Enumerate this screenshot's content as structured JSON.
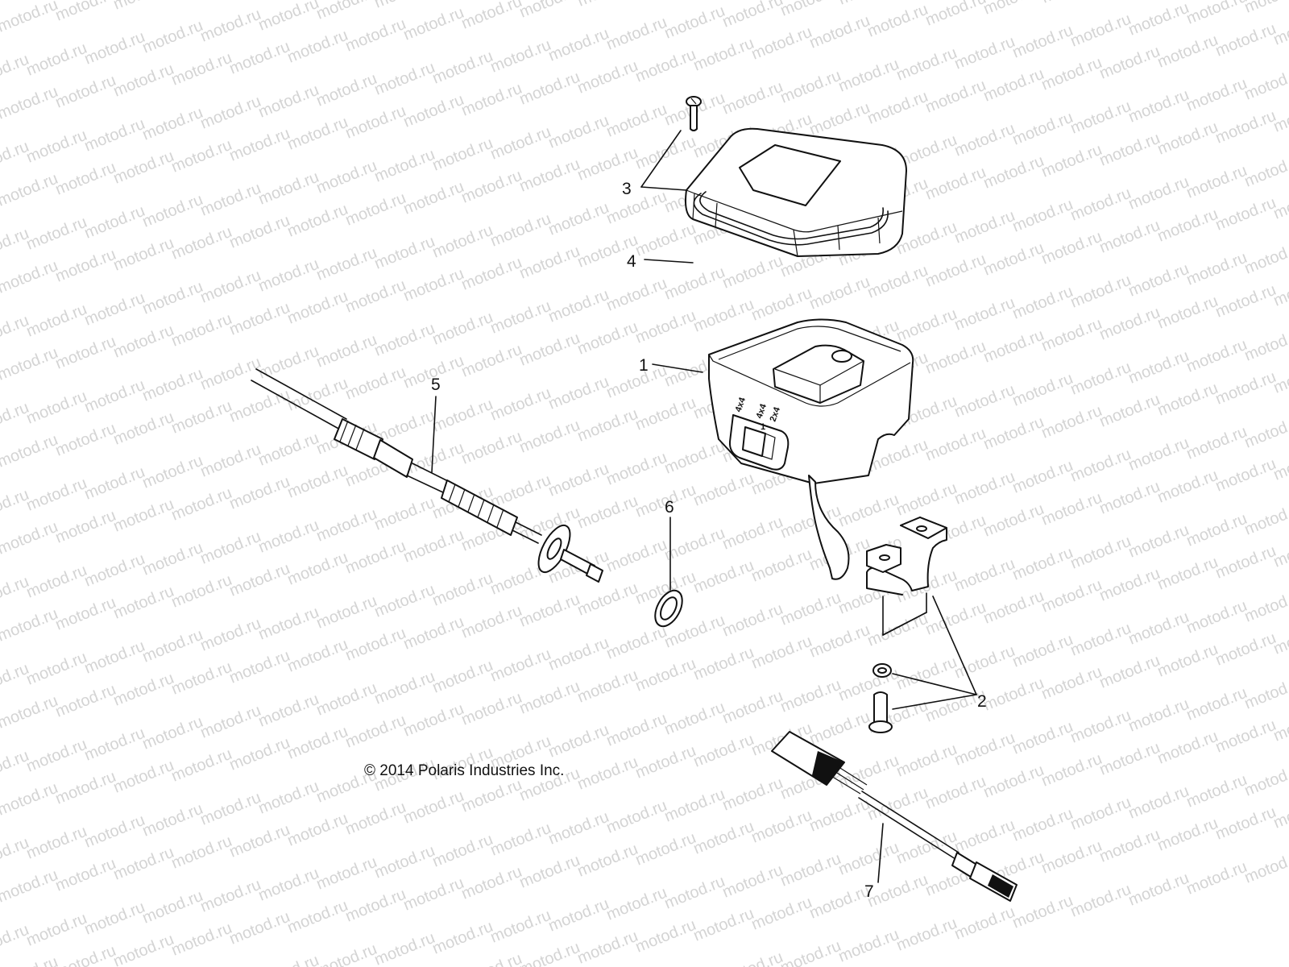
{
  "watermark": {
    "text": "motod.ru",
    "color": "#d4d4d4"
  },
  "copyright": "© 2014 Polaris Industries Inc.",
  "switch_labels": {
    "left": "4x4",
    "middle": "4x4",
    "right": "2x4",
    "position": "1"
  },
  "callouts": [
    {
      "id": "1",
      "part": "switch-housing"
    },
    {
      "id": "2",
      "part": "clamp-hardware"
    },
    {
      "id": "3",
      "part": "cover-and-screw"
    },
    {
      "id": "4",
      "part": "seal-gasket"
    },
    {
      "id": "5",
      "part": "throttle-cable"
    },
    {
      "id": "6",
      "part": "o-ring"
    },
    {
      "id": "7",
      "part": "wire-harness"
    }
  ]
}
